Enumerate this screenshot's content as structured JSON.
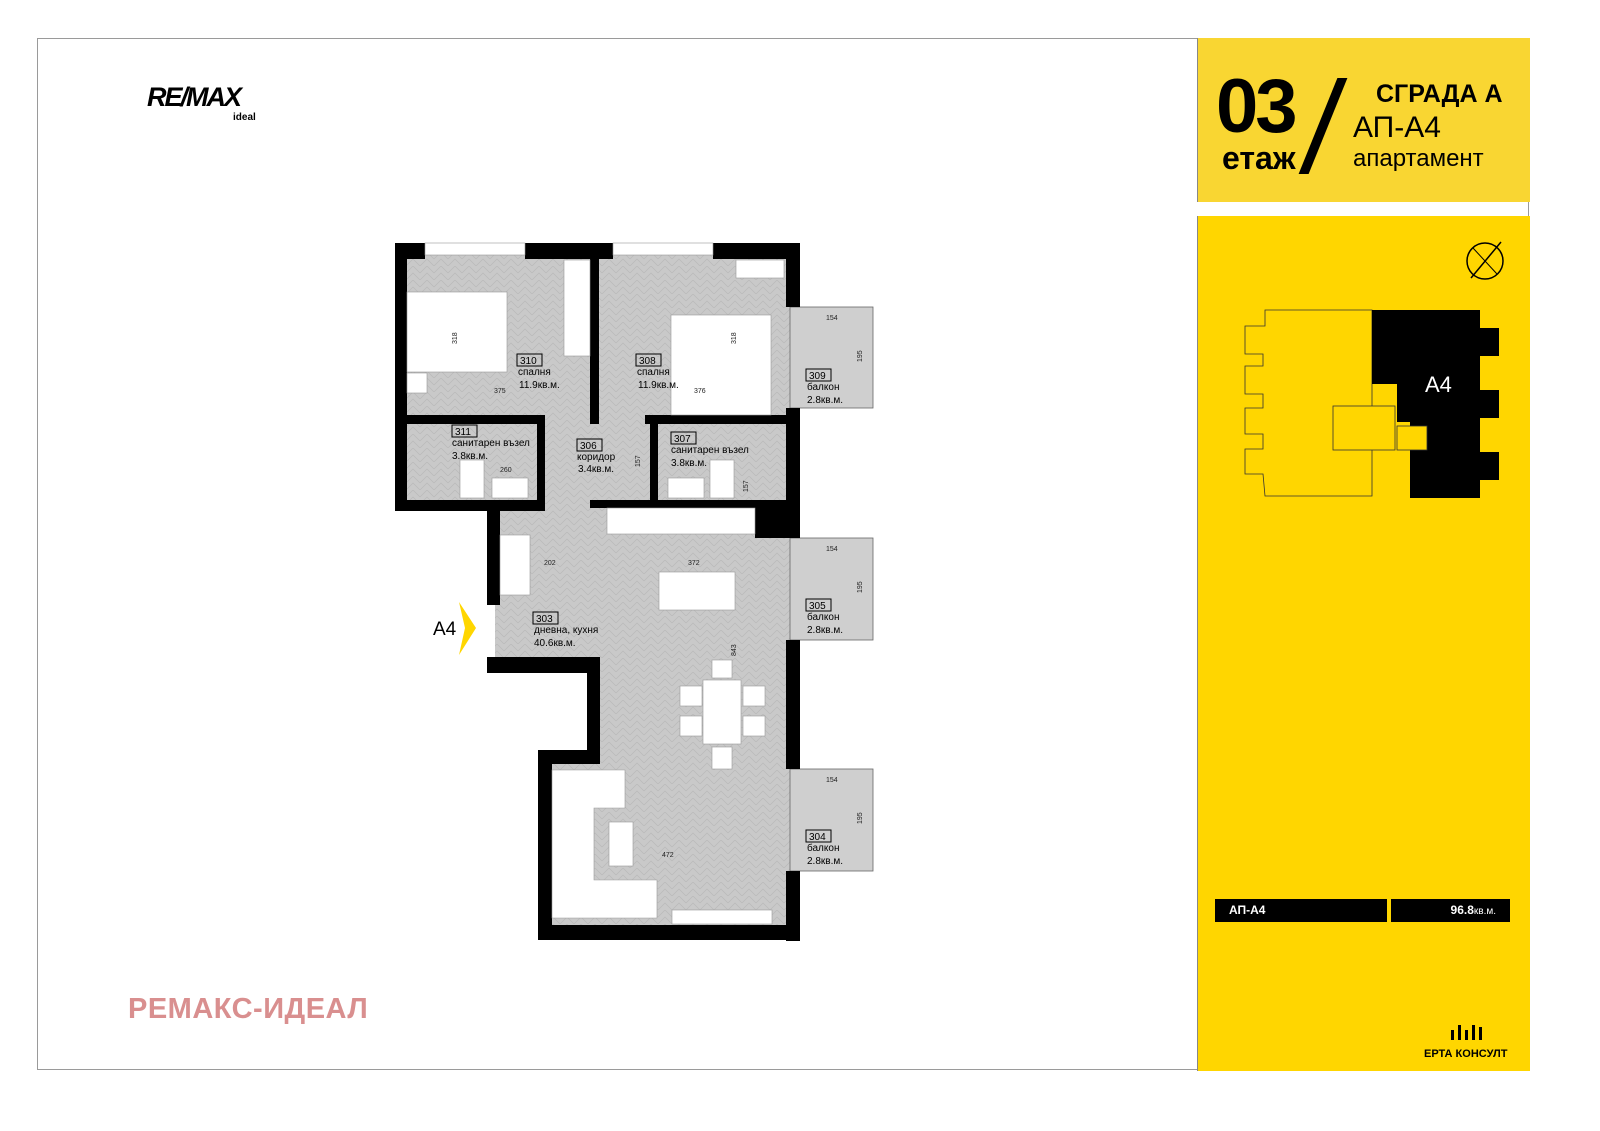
{
  "header": {
    "floor_number": "03",
    "floor_label": "етаж",
    "building": "СГРАДА А",
    "apartment": "АП-А4",
    "apartment_label": "апартамент"
  },
  "logo": {
    "brand": "RE/MAX",
    "sub": "ideal"
  },
  "watermark": "РЕМАКС-ИДЕАЛ",
  "plan": {
    "entrance_label": "А4",
    "rooms": [
      {
        "number": "310",
        "name": "спалня",
        "area": "11.9кв.м."
      },
      {
        "number": "308",
        "name": "спалня",
        "area": "11.9кв.м."
      },
      {
        "number": "309",
        "name": "балкон",
        "area": "2.8кв.м."
      },
      {
        "number": "311",
        "name": "санитарен възел",
        "area": "3.8кв.м."
      },
      {
        "number": "306",
        "name": "коридор",
        "area": "3.4кв.м."
      },
      {
        "number": "307",
        "name": "санитарен възел",
        "area": "3.8кв.м."
      },
      {
        "number": "303",
        "name": "дневна, кухня",
        "area": "40.6кв.м."
      },
      {
        "number": "305",
        "name": "балкон",
        "area": "2.8кв.м."
      },
      {
        "number": "304",
        "name": "балкон",
        "area": "2.8кв.м."
      }
    ],
    "dimensions": [
      "318",
      "375",
      "318",
      "376",
      "154",
      "195",
      "260",
      "157",
      "157",
      "154",
      "195",
      "202",
      "372",
      "843",
      "154",
      "195",
      "472"
    ]
  },
  "keyplan": {
    "unit_label": "А4",
    "compass_icon": "north-arrow-icon"
  },
  "summary": {
    "apartment": "АП-А4",
    "area_value": "96.8",
    "area_unit": "кв.м."
  },
  "footer_logo": "ЕРТА КОНСУЛТ",
  "colors": {
    "header_yellow": "#f9d632",
    "side_yellow": "#ffd600",
    "floor_gray": "#c9c9c9",
    "watermark": "#d98f8f"
  }
}
